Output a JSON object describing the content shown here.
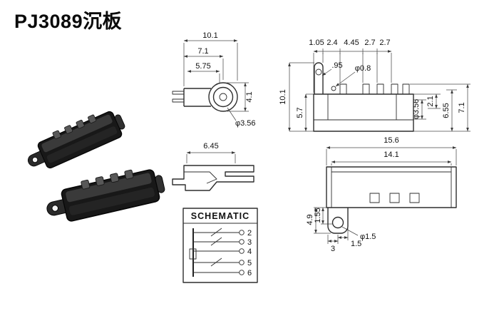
{
  "title": "PJ3089沉板",
  "colors": {
    "background": "#ffffff",
    "line": "#2e2e2e",
    "text": "#111111",
    "product_body": "#181818"
  },
  "schematic": {
    "title": "SCHEMATIC",
    "pins": [
      "2",
      "3",
      "4",
      "5",
      "6"
    ]
  },
  "side_view": {
    "dim_10_1": "10.1",
    "dim_7_1": "7.1",
    "dim_5_75": "5.75",
    "dim_4_1": "4.1",
    "dia_3_56": "φ3.56"
  },
  "top_view": {
    "dim_1_05": "1.05",
    "dim_2_4": "2.4",
    "dim_4_45": "4.45",
    "dim_2_7a": "2.7",
    "dim_2_7b": "2.7",
    "dim_0_95": ".95",
    "dia_0_8": "φ0.8",
    "dim_10_1": "10.1",
    "dim_5_7": "5.7",
    "dia_3_56": "φ3.56",
    "dim_2_1": "2.1",
    "dim_6_55": "6.55",
    "dim_7_1": "7.1"
  },
  "profile_view": {
    "dim_6_45": "6.45"
  },
  "front_view": {
    "dim_15_6": "15.6",
    "dim_14_1": "14.1",
    "dim_4_9": "4.9",
    "dim_1_55": "1.55",
    "dim_3": "3",
    "dim_1_5": "1.5",
    "dia_1_5": "φ1.5"
  }
}
